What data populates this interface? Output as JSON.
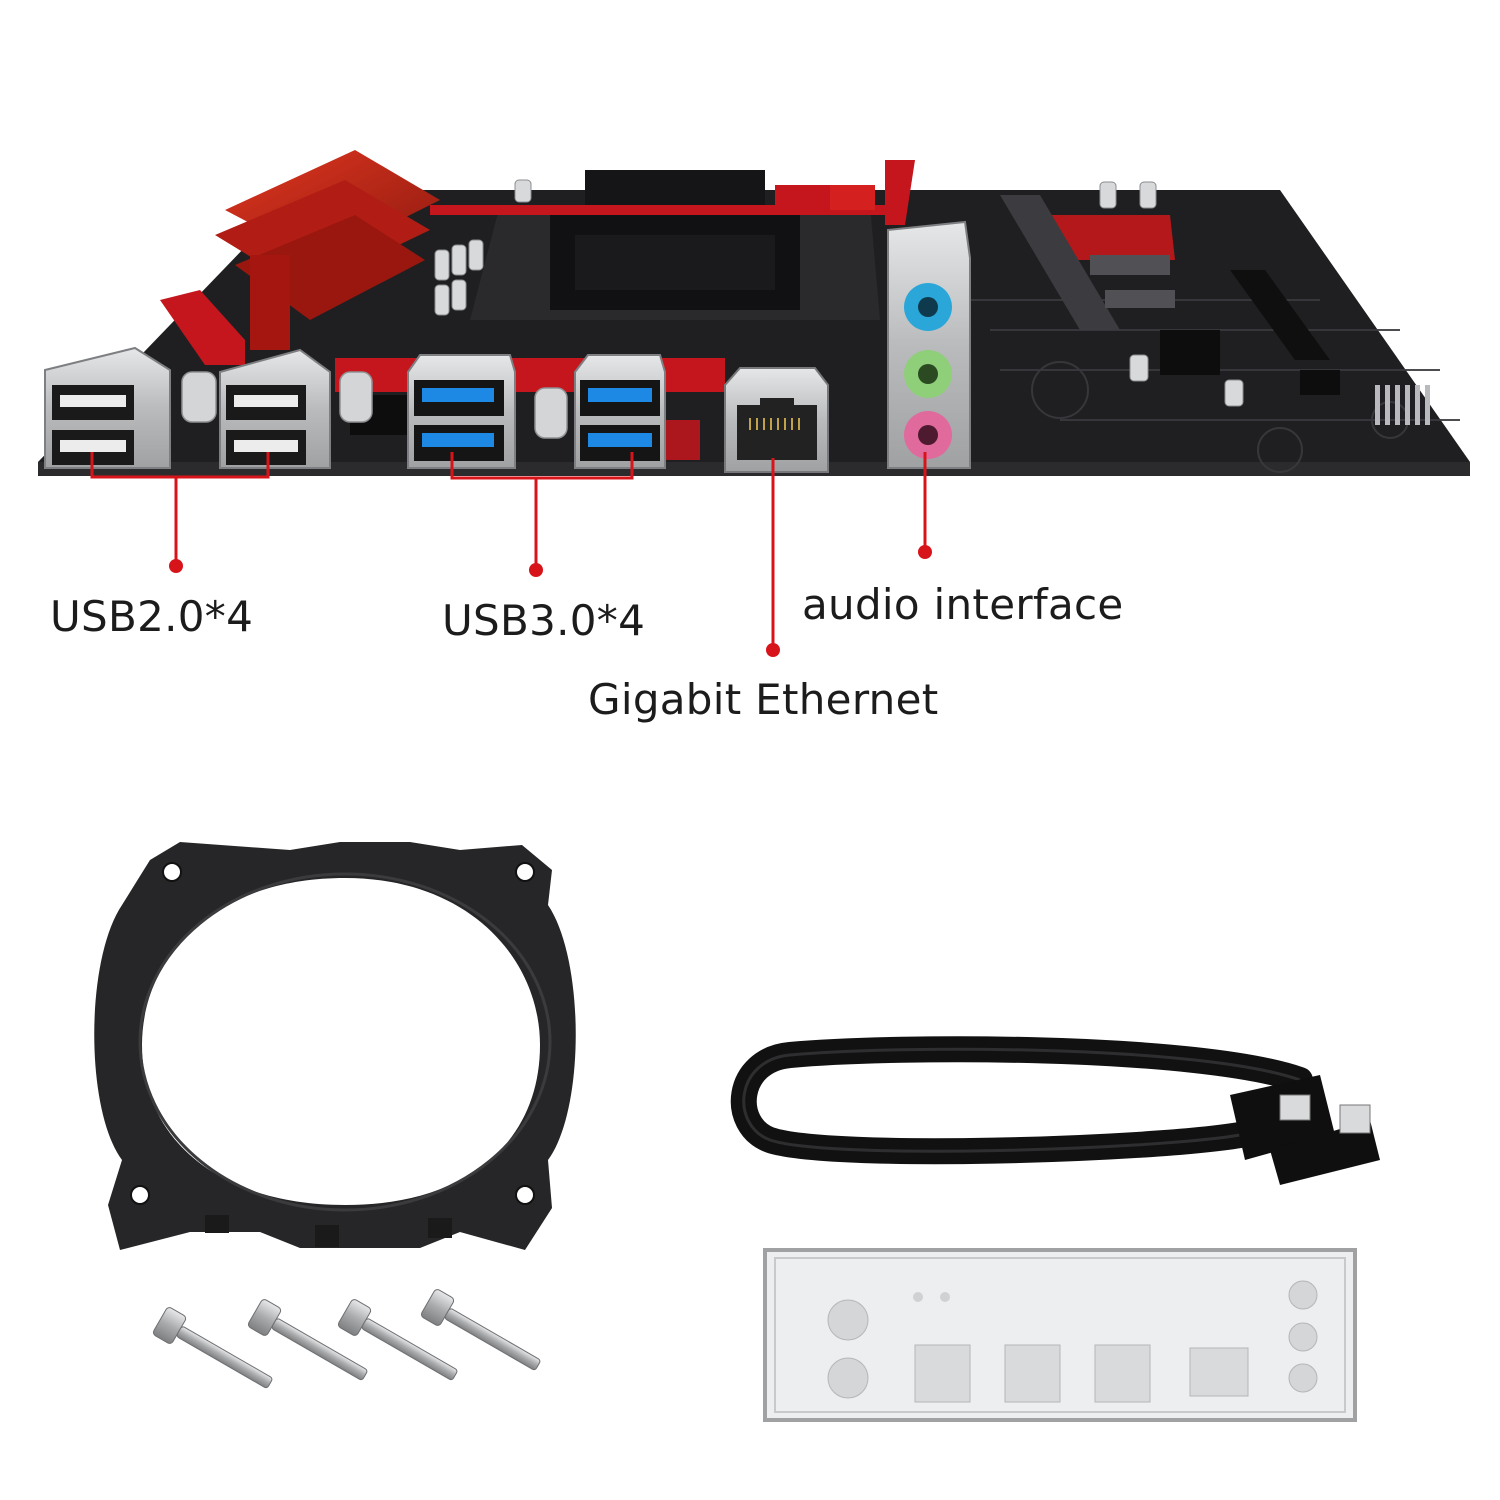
{
  "callouts": {
    "usb2": "USB2.0*4",
    "usb3": "USB3.0*4",
    "audio": "audio interface",
    "ethernet": "Gigabit Ethernet"
  },
  "colors": {
    "pcb": "#1c1c1e",
    "accent_red": "#c4161c",
    "leader_line": "#d8141b",
    "usb3_blue": "#1e88e5",
    "audio_blue": "#2aa7d8",
    "audio_green": "#8fcf7a",
    "audio_pink": "#e06a9c",
    "metal": "#c9cbcd"
  },
  "icons": [
    "motherboard",
    "usb2-port",
    "usb3-port",
    "ethernet-port",
    "audio-jack",
    "cooler-bracket",
    "mounting-screw",
    "sata-cable",
    "io-shield"
  ]
}
